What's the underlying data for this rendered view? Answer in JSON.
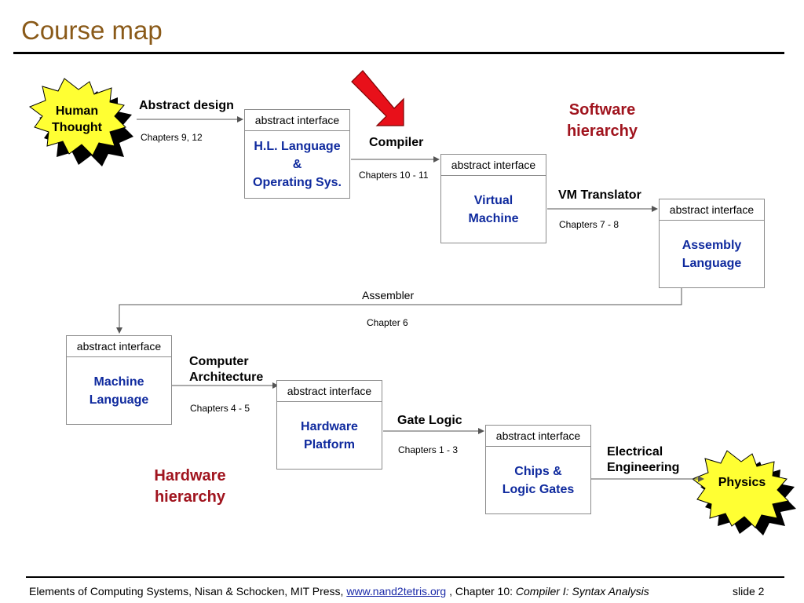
{
  "title": "Course map",
  "human_thought": [
    "Human",
    "Thought"
  ],
  "physics": "Physics",
  "software_hierarchy": [
    "Software",
    "hierarchy"
  ],
  "hardware_hierarchy": [
    "Hardware",
    "hierarchy"
  ],
  "abstract_interface": "abstract interface",
  "boxes": {
    "hll": [
      "H.L. Language",
      "&",
      "Operating Sys."
    ],
    "vm": [
      "Virtual",
      "Machine"
    ],
    "asm": [
      "Assembly",
      "Language"
    ],
    "ml": [
      "Machine",
      "Language"
    ],
    "hw": [
      "Hardware",
      "Platform"
    ],
    "chips": [
      "Chips &",
      "Logic Gates"
    ]
  },
  "transitions": {
    "abstract_design": "Abstract design",
    "ch_9_12": "Chapters 9, 12",
    "compiler": "Compiler",
    "ch_10_11": "Chapters 10 - 11",
    "vm_translator": "VM Translator",
    "ch_7_8": "Chapters 7 - 8",
    "assembler": "Assembler",
    "ch_6": "Chapter 6",
    "computer_architecture": [
      "Computer",
      "Architecture"
    ],
    "ch_4_5": "Chapters  4 - 5",
    "gate_logic": "Gate Logic",
    "ch_1_3": "Chapters  1 - 3",
    "electrical_engineering": [
      "Electrical",
      "Engineering"
    ]
  },
  "footer": {
    "text1": "Elements of Computing Systems, Nisan & Schocken, MIT Press, ",
    "link": "www.nand2tetris.org",
    "text2": " , Chapter 10: ",
    "chapter_title": "Compiler I: Syntax Analysis",
    "slide": "slide 2"
  },
  "colors": {
    "title": "#8a5a19",
    "box_text": "#0f2a9e",
    "hierarchy": "#a0141e",
    "burst_fill": "#ffff33",
    "arrow_red": "#e8101a"
  }
}
